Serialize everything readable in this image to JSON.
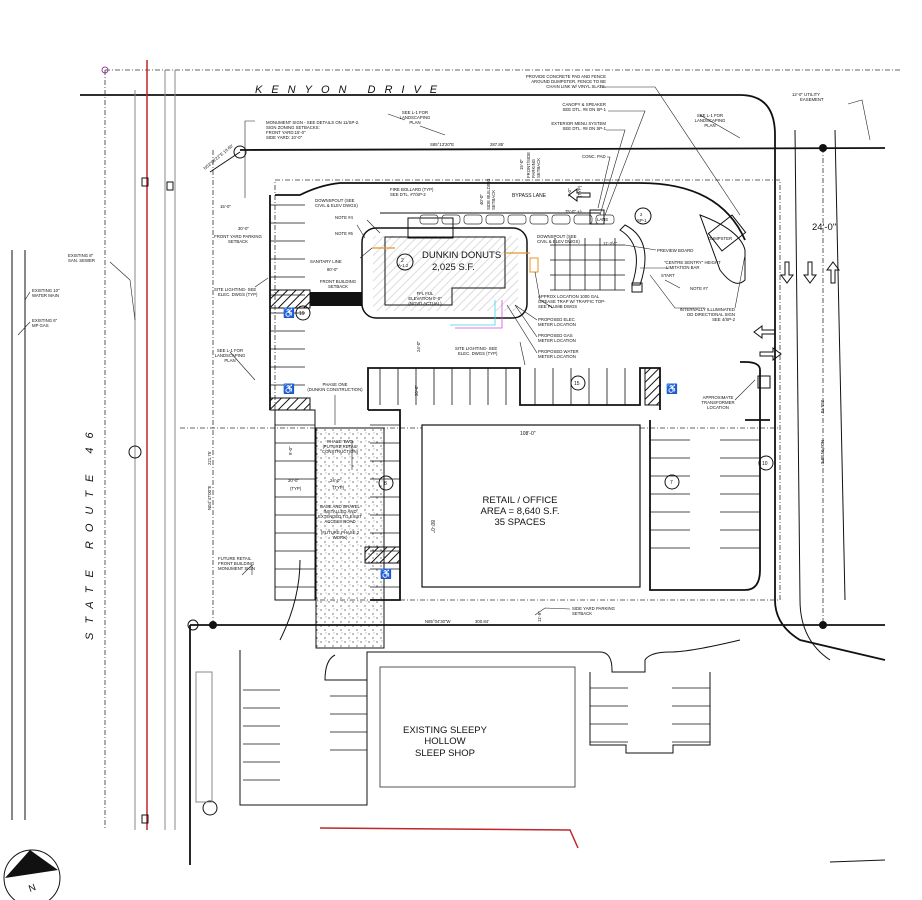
{
  "roads": {
    "kenyon": "KENYON DRIVE",
    "route": "STATE ROUTE 46"
  },
  "buildings": {
    "dunkin": {
      "name": "DUNKIN DONUTS",
      "area": "2,025 S.F.",
      "ffe": [
        "FFL FUL",
        "ELEVATION 0'-0\"",
        "(NGVD ACTUAL)"
      ],
      "tag": "2",
      "tag_sheet": "A-1.2"
    },
    "retail": {
      "name": "RETAIL / OFFICE",
      "area": "AREA = 8,640 S.F.",
      "spaces": "35 SPACES",
      "width": "108'-0\"",
      "depth": "80'-0\""
    },
    "existing": {
      "lines": [
        "EXISTING SLEEPY",
        "HOLLOW",
        "SLEEP SHOP"
      ]
    }
  },
  "bearings": {
    "north_line": "S85°13'20\"E",
    "north_dist": "287.85'",
    "south_line": "N85°04'30\"W",
    "south_dist": "300.84'",
    "west_line": "N04°47'00\"E",
    "west_dist": "221.75'",
    "east_line": "N04°51'30\"E",
    "east_dist": "235.73'",
    "corner": "N53°08'22\"E 19.60'"
  },
  "dimensions": {
    "d1": "15'-0\"",
    "d2": "30'-0\"",
    "d3": "80'-0\"",
    "d4": "40'-0\"",
    "d5": "24'-0\"",
    "d6": "20'-0\"",
    "d7": "24'-0\"",
    "d8": "(TYP)",
    "d9": "(TYP)",
    "d10": "9'-0\"",
    "d11": "24'-0\"",
    "d12": "20'-0\"",
    "d13": "75'-0\" +/-",
    "d14": "11'-5\"",
    "d15": "11'-2½\"",
    "d16": "7'-0\"",
    "d17": "15'-0\"",
    "d18": "(TYP)"
  },
  "stall_counts": [
    "19",
    "15",
    "8",
    "7",
    "10"
  ],
  "labels": {
    "monument": [
      "MONUMENT SIGN - SEE DETAILS ON 11/SP-2.",
      "SIGN ZONING SETBACKS:",
      "FRONT YARD:15'-0\"",
      "SIDE YARD: 10'-0\""
    ],
    "land1": [
      "SEE L-1 FOR",
      "LANDSCAPING",
      "PLAN"
    ],
    "land2": [
      "SEE L-1 FOR",
      "LANDSCAPING",
      "PLAN"
    ],
    "land3": [
      "SEE L-1 FOR",
      "LANDSCAPING",
      "PLAN"
    ],
    "dumpster_pad": [
      "PROVIDE CONCRETE PAD AND FENCE",
      "AROUND DUMPSTER.  FENCE TO BE",
      "CHAIN LINK W/ VINYL SLATS."
    ],
    "canopy": [
      "CANOPY & SPEAKER",
      "SEE DTL. #8 ON SP-1"
    ],
    "menu": [
      "EXTERIOR MENU SYSTEM",
      "SEE DTL. #8 ON SP-1"
    ],
    "conc_pad": "CONC. PAD",
    "utility": [
      "12'-0\" UTILITY",
      "EASEMENT"
    ],
    "front_side": [
      "FRONT/SIDE",
      "PARKING",
      "SETBACK"
    ],
    "side_bldg": [
      "SIDE BUILDING",
      "SETBACK"
    ],
    "bypass": "BYPASS LANE",
    "lane": "LANE",
    "bollard": [
      "FIRE BOLLARD (TYP)",
      "SEE DTL. #7/SP-2"
    ],
    "downspout1": [
      "DOWNSPOUT (SEE",
      "CIVIL & ELEV DWGS)"
    ],
    "downspout2": [
      "DOWNSPOUT (SEE",
      "CIVIL & ELEV DWGS)"
    ],
    "note4": "NOTE #4",
    "note6": "NOTE #6",
    "note7": "NOTE #7",
    "sanitary": "SANITARY LINE",
    "front_park": [
      "FRONT YARD PARKING",
      "SETBACK"
    ],
    "front_bldg": [
      "FRONT BUILDING",
      "SETBACK"
    ],
    "site_light1": [
      "SITE LIGHTING- SEE",
      "ELEC. DWGS (TYP)"
    ],
    "site_light2": [
      "SITE LIGHTING- SEE",
      "ELEC. DWGS (TYP)"
    ],
    "grease": [
      "APPROX LOCATION 1000 GAL",
      "GREASE TRAP W/ TRAFFIC TOP-",
      "SEE PLUMB DWGS"
    ],
    "elec": [
      "PROPOSED ELEC",
      "METER LOCATION"
    ],
    "gas": [
      "PROPOSED GAS",
      "METER LOCATION"
    ],
    "water": [
      "PROPOSED WATER",
      "METER LOCATION"
    ],
    "preview": "PREVIEW BOARD",
    "height_bar": [
      "\"CENTRE SENTRY\" HEIGHT",
      "LIMITATION BAR"
    ],
    "start": "START",
    "dumpster": "DUMPSTER",
    "dir_sign": [
      "INTERNALLY ILLUMINATED",
      "DD DIRECTIONAL SIGN",
      "SEE 4/SP-2"
    ],
    "transformer": [
      "APPROXIMATE",
      "TRANSFORMER",
      "LOCATION"
    ],
    "phase1": [
      "PHASE ONE",
      "(DUNKIN CONSTRUCTION)"
    ],
    "phase2": [
      "PHASE TWO",
      "(FUTURE RETAIL",
      "CONSTRUCTION)"
    ],
    "gravel": [
      "BASE AND GRAVEL",
      "INSTALLED AND",
      "EXTENDED TO EXIST",
      "ACCESS ROAD",
      "(FUTURE PHASE 2",
      "WORK)"
    ],
    "future_sign": [
      "FUTURE RETAIL",
      "FRONT BUILDING",
      "MONUMENT SIGN"
    ],
    "side_park": [
      "SIDE YARD PARKING",
      "SETBACK"
    ],
    "sewer": [
      "EXISTING 8\"",
      "SAN. SEWER"
    ],
    "water_main": [
      "EXISTING 10\"",
      "WATER MAIN"
    ],
    "gas_main": [
      "EXISTING 6\"",
      "MP GAS"
    ],
    "detail_tag": "2",
    "detail_sheet": "SP-1",
    "north": "N"
  },
  "colors": {
    "utility_red": "#c0262b",
    "sanitary_orange": "#e8932a",
    "water_cyan": "#3fd6e6",
    "gas_magenta": "#d64fd6"
  }
}
